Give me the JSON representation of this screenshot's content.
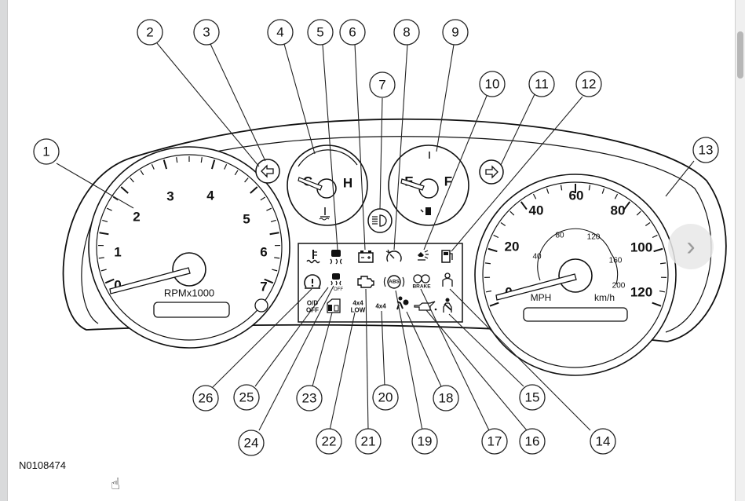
{
  "figure_id": "N0108474",
  "tachometer": {
    "scale": [
      "0",
      "1",
      "2",
      "3",
      "4",
      "5",
      "6",
      "7"
    ],
    "unit_label": "RPMx1000"
  },
  "temp_gauge": {
    "cold": "C",
    "hot": "H"
  },
  "fuel_gauge": {
    "empty": "E",
    "full": "F"
  },
  "speedometer": {
    "mph_scale": [
      "0",
      "20",
      "40",
      "60",
      "80",
      "100",
      "120"
    ],
    "kmh_scale": [
      "40",
      "80",
      "120",
      "160",
      "200"
    ],
    "mph_label": "MPH",
    "kmh_label": "km/h"
  },
  "indicator_labels": {
    "od_off_top": "O/D",
    "od_off_bottom": "OFF",
    "four_low_top": "4x4",
    "four_low_bottom": "LOW",
    "four_by_four": "4x4",
    "abs": "ABS",
    "brake": "BRAKE",
    "off": "OFF"
  },
  "callouts": [
    "1",
    "2",
    "3",
    "4",
    "5",
    "6",
    "7",
    "8",
    "9",
    "10",
    "11",
    "12",
    "13",
    "14",
    "15",
    "16",
    "17",
    "18",
    "19",
    "20",
    "21",
    "22",
    "23",
    "24",
    "25",
    "26"
  ],
  "nav": {
    "next_icon": "chevron-right-icon",
    "next_glyph": "›"
  },
  "cursor": {
    "icon": "hand-pointer-icon",
    "glyph": "☝"
  }
}
